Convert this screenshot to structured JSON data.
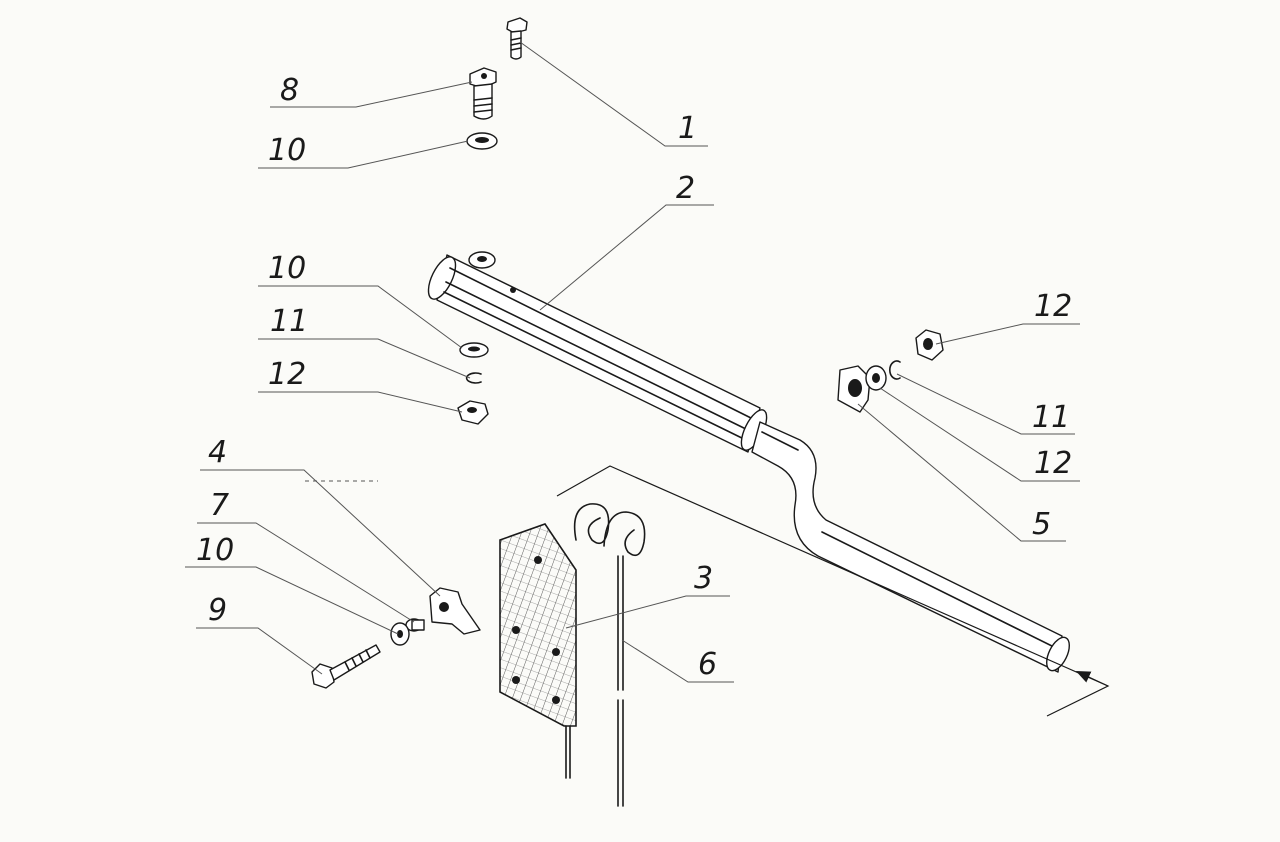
{
  "callouts": [
    {
      "id": "c1",
      "label": "1"
    },
    {
      "id": "c2",
      "label": "2"
    },
    {
      "id": "c3",
      "label": "3"
    },
    {
      "id": "c4",
      "label": "4"
    },
    {
      "id": "c5",
      "label": "5"
    },
    {
      "id": "c6",
      "label": "6"
    },
    {
      "id": "c7",
      "label": "7"
    },
    {
      "id": "c8",
      "label": "8"
    },
    {
      "id": "c9",
      "label": "9"
    },
    {
      "id": "c10a",
      "label": "10"
    },
    {
      "id": "c10b",
      "label": "10"
    },
    {
      "id": "c10c",
      "label": "10"
    },
    {
      "id": "c11a",
      "label": "11"
    },
    {
      "id": "c11b",
      "label": "11"
    },
    {
      "id": "c12a",
      "label": "12"
    },
    {
      "id": "c12b",
      "label": "12"
    },
    {
      "id": "c12c",
      "label": "12"
    }
  ]
}
